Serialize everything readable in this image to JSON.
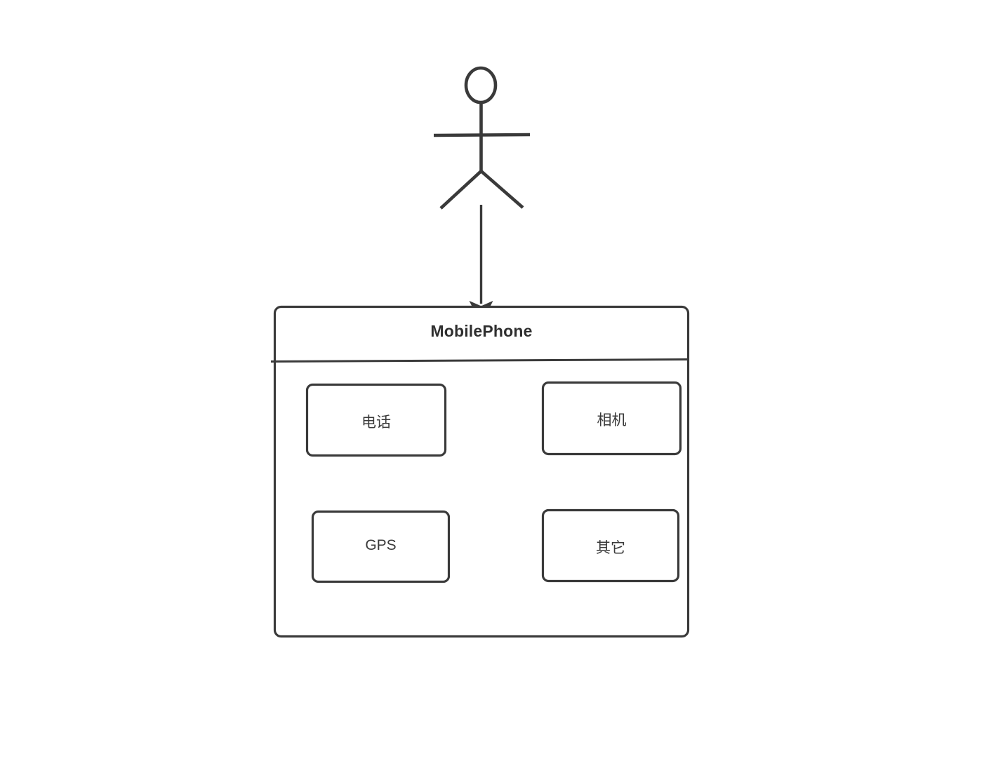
{
  "diagram": {
    "type": "uml-component-usecase-diagram",
    "background_color": "#ffffff",
    "stroke_color": "#3a3a3a",
    "text_color": "#333333",
    "actor": {
      "name": "user-actor",
      "label": ""
    },
    "connector": {
      "name": "actor-to-component-arrow",
      "style": "solid-line-filled-arrowhead",
      "direction": "down"
    },
    "component": {
      "title": "MobilePhone",
      "use_cases": [
        {
          "id": "phone",
          "label": "电话"
        },
        {
          "id": "camera",
          "label": "相机"
        },
        {
          "id": "gps",
          "label": "GPS"
        },
        {
          "id": "other",
          "label": "其它"
        }
      ]
    }
  }
}
